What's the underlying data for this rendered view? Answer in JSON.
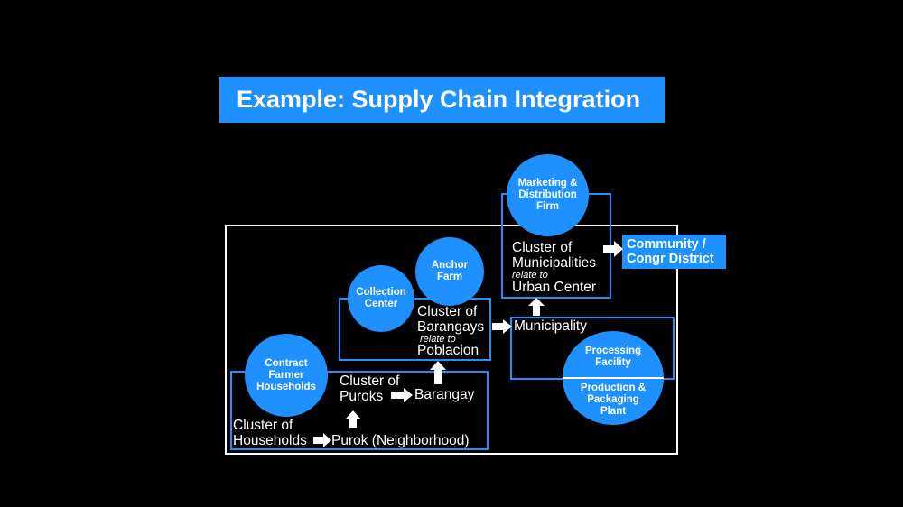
{
  "title": "Example: Supply Chain Integration",
  "nodes": {
    "contract_farmer": "Contract Farmer Households",
    "collection_center": "Collection Center",
    "anchor_farm": "Anchor Farm",
    "marketing_firm": "Marketing & Distribution Firm",
    "processing_facility": "Processing Facility",
    "production_plant": "Production & Packaging Plant"
  },
  "labels": {
    "cluster_households_1": "Cluster of",
    "cluster_households_2": "Households",
    "purok": "Purok (Neighborhood)",
    "cluster_puroks_1": "Cluster of",
    "cluster_puroks_2": "Puroks",
    "barangay": "Barangay",
    "cluster_barangays_1": "Cluster of",
    "cluster_barangays_2": "Barangays",
    "relate_to_1": "relate to",
    "poblacion": "Poblacion",
    "municipality": "Municipality",
    "cluster_municipalities_1": "Cluster of",
    "cluster_municipalities_2": "Municipalities",
    "relate_to_2": "relate to",
    "urban_center": "Urban Center",
    "community_1": "Community /",
    "community_2": "Congr District"
  },
  "colors": {
    "accent": "#1e90ff",
    "background": "#000000",
    "text": "#ffffff"
  }
}
